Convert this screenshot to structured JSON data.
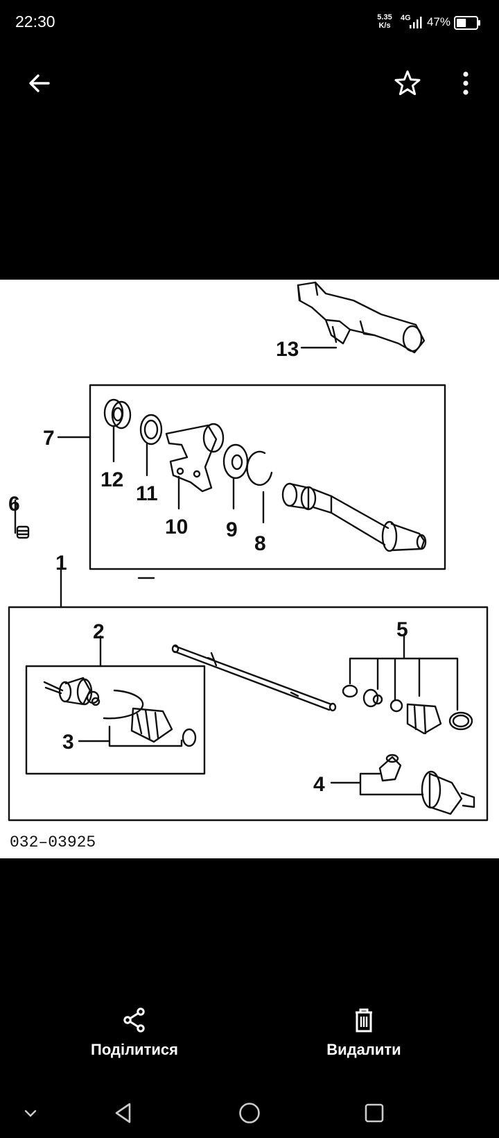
{
  "status_bar": {
    "time": "22:30",
    "net_speed_value": "5.35",
    "net_speed_unit": "K/s",
    "network_type": "4G",
    "battery_percent": "47%",
    "battery_level": 0.47,
    "icons": [
      "signal-icon",
      "battery-icon"
    ]
  },
  "toolbar": {
    "icons": [
      "back-arrow-icon",
      "star-icon",
      "more-vert-icon"
    ]
  },
  "diagram": {
    "callouts": [
      "1",
      "2",
      "3",
      "4",
      "5",
      "6",
      "7",
      "8",
      "9",
      "10",
      "11",
      "12",
      "13"
    ],
    "code": "032–03925"
  },
  "actions": {
    "share_label": "Поділитися",
    "delete_label": "Видалити",
    "icons": [
      "share-icon",
      "trash-icon"
    ]
  },
  "nav": {
    "icons": [
      "chevron-down-icon",
      "back-triangle-icon",
      "home-circle-icon",
      "recents-square-icon"
    ]
  },
  "colors": {
    "background": "#000000",
    "image_background": "#ffffff",
    "line_art": "#111111",
    "text": "#ffffff"
  }
}
